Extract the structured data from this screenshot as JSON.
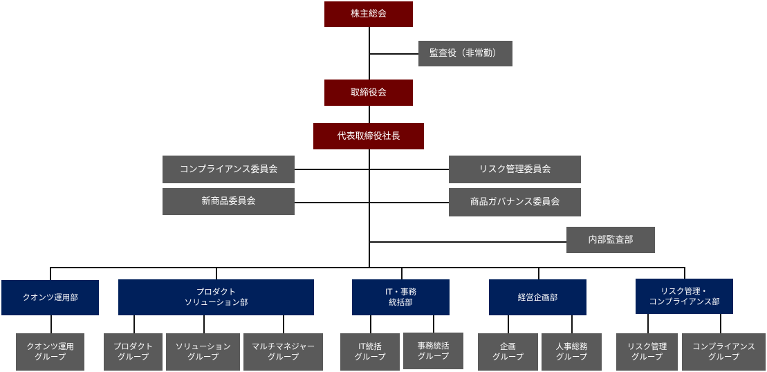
{
  "chart": {
    "title": "組織図",
    "executive": {
      "shareholders": "株主総会",
      "auditor": "監査役（非常勤）",
      "board": "取締役会",
      "president": "代表取締役社長"
    },
    "committees": {
      "left": [
        "コンプライアンス委員会",
        "新商品委員会"
      ],
      "right": [
        "リスク管理委員会",
        "商品ガバナンス委員会"
      ]
    },
    "internal_audit": "内部監査部",
    "departments": [
      {
        "name": "クオンツ運用部",
        "groups": [
          "クオンツ運用\nグループ"
        ]
      },
      {
        "name": "プロダクト\nソリューション部",
        "groups": [
          "プロダクト\nグループ",
          "ソリューション\nグループ",
          "マルチマネジャー\nグループ"
        ]
      },
      {
        "name": "IT・事務\n統括部",
        "groups": [
          "IT統括\nグループ",
          "事務統括\nグループ"
        ]
      },
      {
        "name": "経営企画部",
        "groups": [
          "企画\nグループ",
          "人事総務\nグループ"
        ]
      },
      {
        "name": "リスク管理・\nコンプライアンス部",
        "groups": [
          "リスク管理\nグループ",
          "コンプライアンス\nグループ"
        ]
      }
    ],
    "colors": {
      "executive": "#6e0000",
      "committee": "#5a5a5a",
      "department": "#00205b",
      "group": "#5a5a5a",
      "connector": "#111111"
    }
  }
}
